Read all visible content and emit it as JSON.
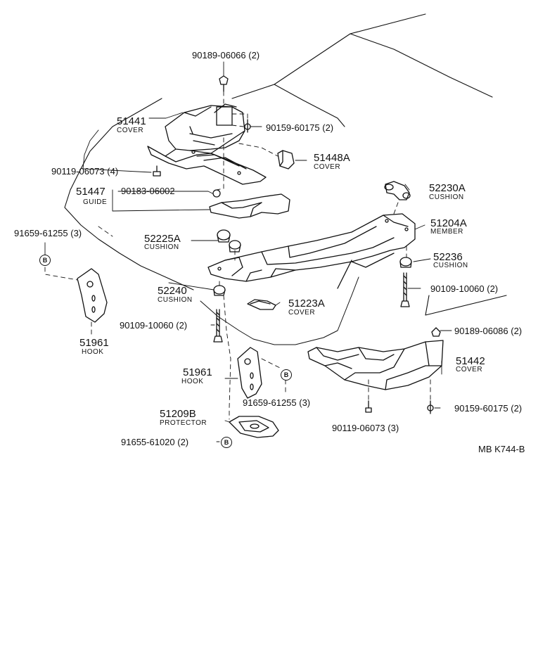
{
  "diagram": {
    "reference": "MB  K744-B",
    "circle_letter": "B",
    "parts": [
      {
        "id": "p1",
        "number": "90189-06066 (2)",
        "name": ""
      },
      {
        "id": "p2",
        "number": "51441",
        "name": "COVER"
      },
      {
        "id": "p3",
        "number": "90159-60175 (2)",
        "name": ""
      },
      {
        "id": "p4",
        "number": "90119-06073 (4)",
        "name": ""
      },
      {
        "id": "p5",
        "number": "51448A",
        "name": "COVER"
      },
      {
        "id": "p6",
        "number": "51447",
        "name": "GUIDE"
      },
      {
        "id": "p7",
        "number": "90183-06002",
        "name": ""
      },
      {
        "id": "p8",
        "number": "52230A",
        "name": "CUSHION"
      },
      {
        "id": "p9",
        "number": "91659-61255 (3)",
        "name": ""
      },
      {
        "id": "p10",
        "number": "52225A",
        "name": "CUSHION"
      },
      {
        "id": "p11",
        "number": "51204A",
        "name": "MEMBER"
      },
      {
        "id": "p12",
        "number": "52236",
        "name": "CUSHION"
      },
      {
        "id": "p13",
        "number": "52240",
        "name": "CUSHION"
      },
      {
        "id": "p14",
        "number": "90109-10060 (2)",
        "name": ""
      },
      {
        "id": "p15",
        "number": "51223A",
        "name": "COVER"
      },
      {
        "id": "p16",
        "number": "90109-10060 (2)",
        "name": ""
      },
      {
        "id": "p17",
        "number": "51961",
        "name": "HOOK"
      },
      {
        "id": "p18",
        "number": "90189-06086 (2)",
        "name": ""
      },
      {
        "id": "p19",
        "number": "51961",
        "name": "HOOK"
      },
      {
        "id": "p20",
        "number": "51442",
        "name": "COVER"
      },
      {
        "id": "p21",
        "number": "91659-61255 (3)",
        "name": ""
      },
      {
        "id": "p22",
        "number": "90159-60175 (2)",
        "name": ""
      },
      {
        "id": "p23",
        "number": "90119-06073 (3)",
        "name": ""
      },
      {
        "id": "p24",
        "number": "51209B",
        "name": "PROTECTOR"
      },
      {
        "id": "p25",
        "number": "91655-61020 (2)",
        "name": ""
      }
    ]
  }
}
